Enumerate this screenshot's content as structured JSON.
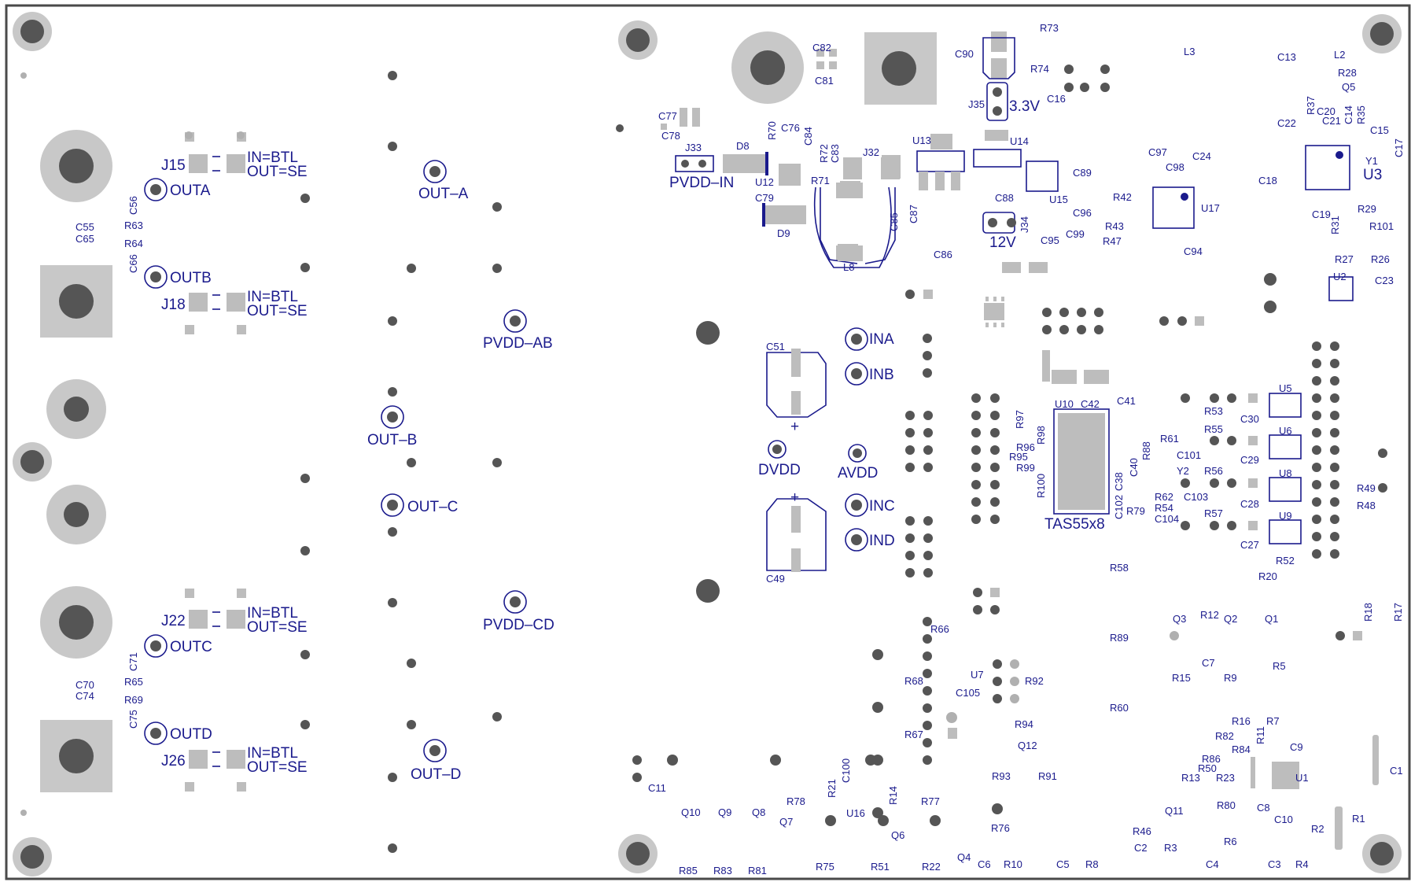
{
  "board": {
    "title": "",
    "colors": {
      "silkscreen": "#1a1a8c",
      "pad": "#bdbdbd",
      "hole": "#555555",
      "outline": "#4a4a4a",
      "background": "#ffffff"
    }
  },
  "labels": {
    "j15": "J15",
    "j18": "J18",
    "j22": "J22",
    "j26": "J26",
    "in_btl": "IN=BTL",
    "out_se": "OUT=SE",
    "outa": "OUTA",
    "outb": "OUTB",
    "outc": "OUTC",
    "outd": "OUTD",
    "out_a": "OUT–A",
    "out_b": "OUT–B",
    "out_c": "OUT–C",
    "out_d": "OUT–D",
    "pvdd_ab": "PVDD–AB",
    "pvdd_cd": "PVDD–CD",
    "pvdd_in": "PVDD–IN",
    "ina": "INA",
    "inb": "INB",
    "inc": "INC",
    "ind": "IND",
    "dvdd": "DVDD",
    "avdd": "AVDD",
    "v33": "3.3V",
    "v12": "12V",
    "tas": "TAS55x8",
    "c55": "C55",
    "c65": "C65",
    "c56": "C56",
    "c66": "C66",
    "r63": "R63",
    "r64": "R64",
    "c70": "C70",
    "c74": "C74",
    "c71": "C71",
    "c75": "C75",
    "r65": "R65",
    "r69": "R69",
    "c77": "C77",
    "c78": "C78",
    "j33": "J33",
    "d8": "D8",
    "d9": "D9",
    "r70": "R70",
    "c76": "C76",
    "c84": "C84",
    "r72": "R72",
    "c83": "C83",
    "r71": "R71",
    "u12": "U12",
    "c79": "C79",
    "j32": "J32",
    "l8": "L8",
    "c85": "C85",
    "c87": "C87",
    "c82": "C82",
    "c81": "C81",
    "c90": "C90",
    "r73": "R73",
    "r74": "R74",
    "j35": "J35",
    "c16": "C16",
    "u13": "U13",
    "u14": "U14",
    "c89": "C89",
    "c88": "C88",
    "u15": "U15",
    "c86": "C86",
    "j34": "J34",
    "c96": "C96",
    "c95": "C95",
    "c99": "C99",
    "c97": "C97",
    "c98": "C98",
    "c24": "C24",
    "r42": "R42",
    "r43": "R43",
    "r47": "R47",
    "u17": "U17",
    "c94": "C94",
    "l3": "L3",
    "c13": "C13",
    "l2": "L2",
    "r28": "R28",
    "q5": "Q5",
    "r37": "R37",
    "c20": "C20",
    "c14": "C14",
    "r35": "R35",
    "c22": "C22",
    "c21": "C21",
    "c15": "C15",
    "c17": "C17",
    "y1": "Y1",
    "c18": "C18",
    "u3": "U3",
    "c19": "C19",
    "r31": "R31",
    "r29": "R29",
    "r101": "R101",
    "r27": "R27",
    "r26": "R26",
    "u2": "U2",
    "c23": "C23",
    "c51": "C51",
    "c49": "C49",
    "u10": "U10",
    "c42": "C42",
    "c41": "C41",
    "r97": "R97",
    "r98": "R98",
    "r96": "R96",
    "r95": "R95",
    "r99": "R99",
    "r100": "R100",
    "c102": "C102",
    "c38": "C38",
    "c40": "C40",
    "r88": "R88",
    "r61": "R61",
    "c101": "C101",
    "y2": "Y2",
    "r62": "R62",
    "r54": "R54",
    "c103": "C103",
    "r79": "R79",
    "c104": "C104",
    "r53": "R53",
    "c30": "C30",
    "u5": "U5",
    "r55": "R55",
    "u6": "U6",
    "c29": "C29",
    "r56": "R56",
    "u8": "U8",
    "c28": "C28",
    "r57": "R57",
    "u9": "U9",
    "c27": "C27",
    "r52": "R52",
    "r20": "R20",
    "r49": "R49",
    "r48": "R48",
    "r18": "R18",
    "r17": "R17",
    "r58": "R58",
    "r66": "R66",
    "u7": "U7",
    "r68": "R68",
    "c105": "C105",
    "r92": "R92",
    "r89": "R89",
    "r60": "R60",
    "r94": "R94",
    "q12": "Q12",
    "r67": "R67",
    "q3": "Q3",
    "r12": "R12",
    "q2": "Q2",
    "q1": "Q1",
    "c7": "C7",
    "r15": "R15",
    "r9": "R9",
    "r5": "R5",
    "r16": "R16",
    "r7": "R7",
    "r82": "R82",
    "r11": "R11",
    "c9": "C9",
    "r84": "R84",
    "r86": "R86",
    "r50": "R50",
    "r13": "R13",
    "r23": "R23",
    "u1": "U1",
    "r80": "R80",
    "c8": "C8",
    "c10": "C10",
    "q11": "Q11",
    "r46": "R46",
    "c1": "C1",
    "r2": "R2",
    "r1": "R1",
    "r93": "R93",
    "r91": "R91",
    "c11": "C11",
    "q10": "Q10",
    "q9": "Q9",
    "q8": "Q8",
    "q7": "Q7",
    "r78": "R78",
    "r21": "R21",
    "c100": "C100",
    "u16": "U16",
    "r14": "R14",
    "r77": "R77",
    "q6": "Q6",
    "r76": "R76",
    "q4": "Q4",
    "r85": "R85",
    "r83": "R83",
    "r81": "R81",
    "r75": "R75",
    "r51": "R51",
    "r22": "R22",
    "c6": "C6",
    "r10": "R10",
    "c5": "C5",
    "r8": "R8",
    "c2": "C2",
    "r3": "R3",
    "c4": "C4",
    "r6": "R6",
    "c3": "C3",
    "r4": "R4",
    "plus": "+",
    "minus": "−"
  }
}
